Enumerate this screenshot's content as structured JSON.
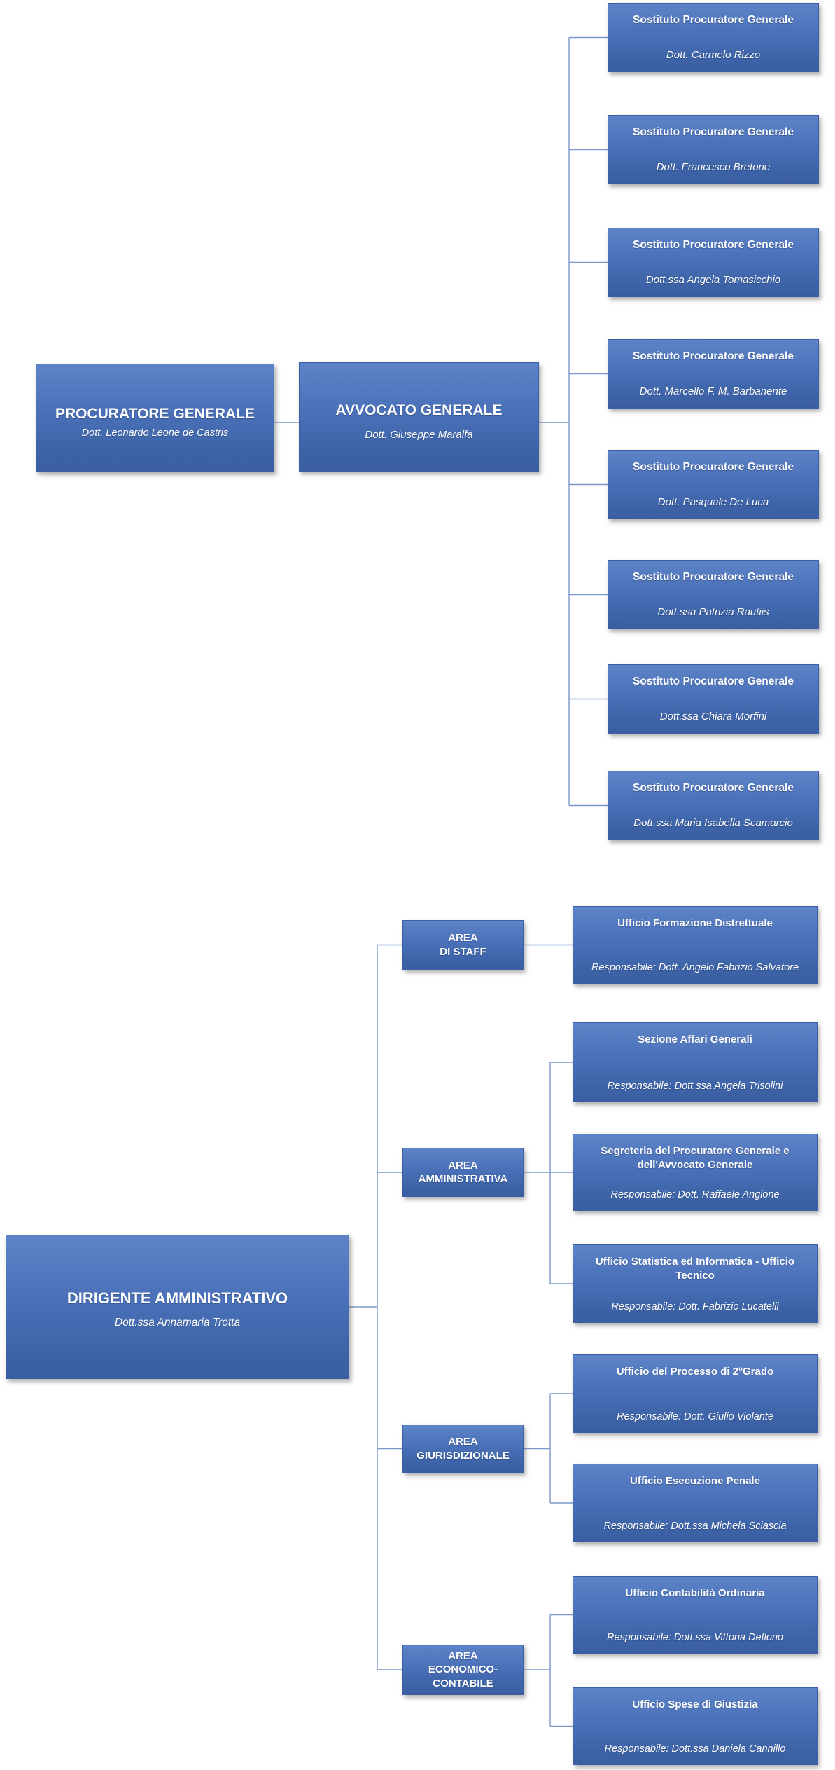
{
  "palette": {
    "box_top": "#5d83c8",
    "box_bottom": "#3a5ea1",
    "box_border": "#3a5fa5",
    "line": "#7b98ca",
    "text": "#ffffff"
  },
  "top_section": {
    "procuratore": {
      "title": "PROCURATORE GENERALE",
      "person": "Dott. Leonardo Leone de Castris"
    },
    "avvocato": {
      "title": "AVVOCATO GENERALE",
      "person": "Dott. Giuseppe Maralfa"
    },
    "sostituti": [
      {
        "title": "Sostituto Procuratore Generale",
        "person": "Dott. Carmelo Rizzo"
      },
      {
        "title": "Sostituto Procuratore Generale",
        "person": "Dott. Francesco Bretone"
      },
      {
        "title": "Sostituto Procuratore Generale",
        "person": "Dott.ssa Angela Tomasicchio"
      },
      {
        "title": "Sostituto Procuratore Generale",
        "person": "Dott. Marcello F. M. Barbanente"
      },
      {
        "title": "Sostituto Procuratore Generale",
        "person": "Dott. Pasquale De Luca"
      },
      {
        "title": "Sostituto Procuratore Generale",
        "person": "Dott.ssa Patrizia Rautiis"
      },
      {
        "title": "Sostituto Procuratore Generale",
        "person": "Dott.ssa Chiara Morfini"
      },
      {
        "title": "Sostituto Procuratore Generale",
        "person": "Dott.ssa Maria Isabella Scamarcio"
      }
    ]
  },
  "bottom_section": {
    "dirigente": {
      "title": "DIRIGENTE AMMINISTRATIVO",
      "person": "Dott.ssa Annamaria Trotta"
    },
    "areas": [
      {
        "label": "AREA\nDI STAFF"
      },
      {
        "label": "AREA\nAMMINISTRATIVA"
      },
      {
        "label": "AREA\nGIURISDIZIONALE"
      },
      {
        "label": "AREA\nECONOMICO-\nCONTABILE"
      }
    ],
    "uffici": [
      {
        "title": "Ufficio Formazione Distrettuale",
        "person": "Responsabile: Dott. Angelo Fabrizio Salvatore"
      },
      {
        "title": "Sezione Affari Generali",
        "person": "Responsabile: Dott.ssa Angela Trisolini"
      },
      {
        "title": "Segreteria del Procuratore Generale e dell'Avvocato Generale",
        "person": "Responsabile: Dott. Raffaele Angione"
      },
      {
        "title": "Ufficio Statistica ed Informatica - Ufficio Tecnico",
        "person": "Responsabile: Dott. Fabrizio Lucatelli"
      },
      {
        "title": "Ufficio del Processo di 2°Grado",
        "person": "Responsabile: Dott. Giulio Violante"
      },
      {
        "title": "Ufficio Esecuzione Penale",
        "person": "Responsabile: Dott.ssa Michela Sciascia"
      },
      {
        "title": "Ufficio Contabilità Ordinaria",
        "person": "Responsabile: Dott.ssa Vittoria Deflorio"
      },
      {
        "title": "Ufficio Spese di Giustizia",
        "person": "Responsabile: Dott.ssa Daniela Cannillo"
      }
    ]
  }
}
